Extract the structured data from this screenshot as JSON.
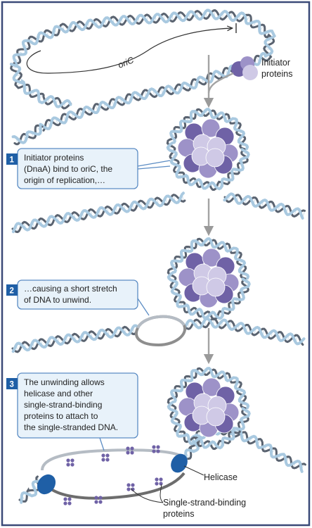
{
  "labels": {
    "oric": "oriC",
    "initiator_line1": "Initiator",
    "initiator_line2": "proteins",
    "helicase": "Helicase",
    "ssb_line1": "Single-strand-binding",
    "ssb_line2": "proteins"
  },
  "steps": [
    {
      "number": "1",
      "lines": [
        "Initiator proteins",
        "(DnaA) bind to oriC, the",
        "origin of replication,…"
      ]
    },
    {
      "number": "2",
      "lines": [
        "…causing a short stretch",
        "of DNA to unwind."
      ]
    },
    {
      "number": "3",
      "lines": [
        "The unwinding allows",
        "helicase and other",
        "single-strand-binding",
        "proteins to attach to",
        "the single-stranded DNA."
      ]
    }
  ],
  "colors": {
    "border": "#3b4a78",
    "callout_bg": "#e8f2fa",
    "callout_border": "#5b8cc4",
    "step_badge": "#1f5fa6",
    "dna_light": "#a9c9e0",
    "dna_dark": "#5a6370",
    "protein_dark": "#6f62a6",
    "protein_mid": "#9d92c8",
    "protein_light": "#cfc9e6",
    "helicase": "#1f5fa6",
    "arrow": "#a3a3a3"
  }
}
